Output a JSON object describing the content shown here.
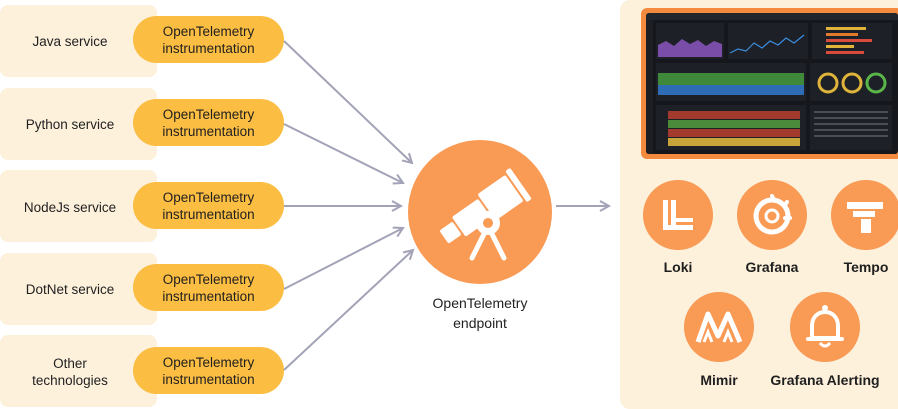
{
  "services": [
    {
      "label_lines": [
        "Java service"
      ],
      "instrumentation_lines": [
        "OpenTelemetry",
        "instrumentation"
      ]
    },
    {
      "label_lines": [
        "Python service"
      ],
      "instrumentation_lines": [
        "OpenTelemetry",
        "instrumentation"
      ]
    },
    {
      "label_lines": [
        "NodeJs service"
      ],
      "instrumentation_lines": [
        "OpenTelemetry",
        "instrumentation"
      ]
    },
    {
      "label_lines": [
        "DotNet service"
      ],
      "instrumentation_lines": [
        "OpenTelemetry",
        "instrumentation"
      ]
    },
    {
      "label_lines": [
        "Other",
        "technologies"
      ],
      "instrumentation_lines": [
        "OpenTelemetry",
        "instrumentation"
      ]
    }
  ],
  "endpoint": {
    "label_lines": [
      "OpenTelemetry",
      "endpoint"
    ],
    "icon": "telescope-icon"
  },
  "tools": [
    {
      "label": "Loki",
      "icon": "loki-icon"
    },
    {
      "label": "Grafana",
      "icon": "grafana-icon"
    },
    {
      "label": "Tempo",
      "icon": "tempo-icon"
    },
    {
      "label": "Mimir",
      "icon": "mimir-icon"
    },
    {
      "label": "Grafana Alerting",
      "icon": "bell-icon"
    }
  ],
  "colors": {
    "service_bg": "#fdf1dc",
    "instrumentation": "#fbbd42",
    "endpoint": "#f99a55",
    "arrow": "#a3a3b8",
    "dashboard_border": "#f48a3e"
  }
}
